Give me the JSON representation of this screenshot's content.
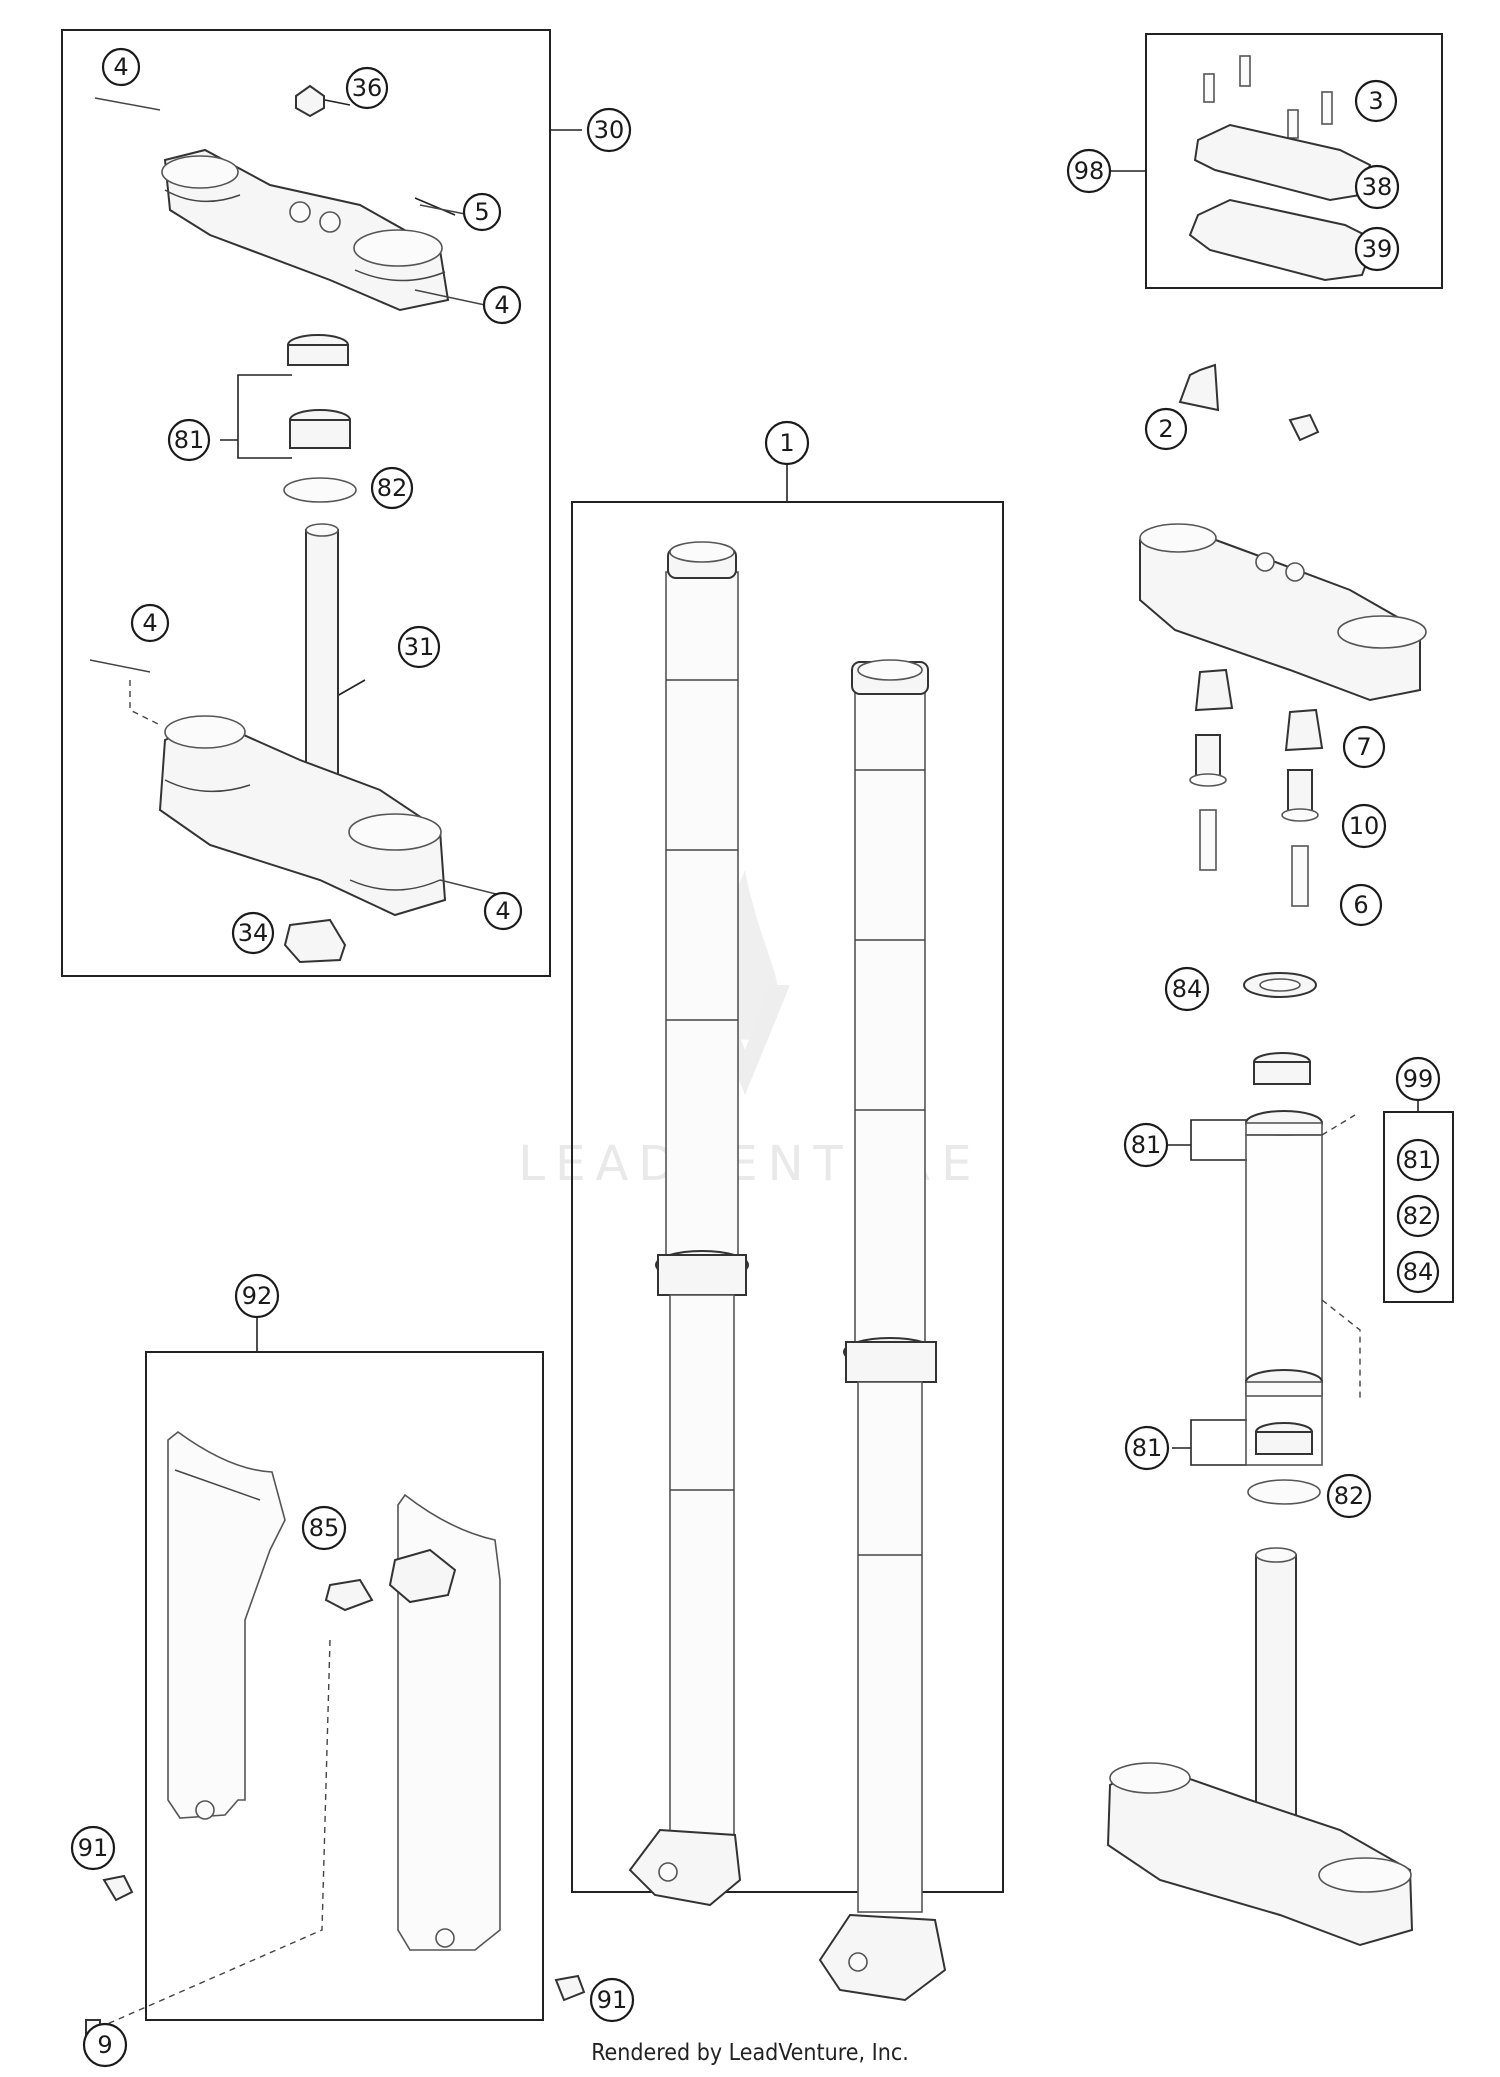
{
  "callouts": [
    {
      "id": "4"
    },
    {
      "id": "36"
    },
    {
      "id": "30"
    },
    {
      "id": "5"
    },
    {
      "id": "4"
    },
    {
      "id": "81"
    },
    {
      "id": "82"
    },
    {
      "id": "4"
    },
    {
      "id": "31"
    },
    {
      "id": "4"
    },
    {
      "id": "34"
    },
    {
      "id": "1"
    },
    {
      "id": "98"
    },
    {
      "id": "3"
    },
    {
      "id": "38"
    },
    {
      "id": "39"
    },
    {
      "id": "2"
    },
    {
      "id": "7"
    },
    {
      "id": "10"
    },
    {
      "id": "6"
    },
    {
      "id": "84"
    },
    {
      "id": "99"
    },
    {
      "id": "81"
    },
    {
      "id": "81"
    },
    {
      "id": "82"
    },
    {
      "id": "84"
    },
    {
      "id": "81"
    },
    {
      "id": "81"
    },
    {
      "id": "82"
    },
    {
      "id": "92"
    },
    {
      "id": "85"
    },
    {
      "id": "91"
    },
    {
      "id": "9"
    },
    {
      "id": "91"
    }
  ],
  "watermark": "LEADVENTURE",
  "footer": "Rendered by LeadVenture, Inc."
}
